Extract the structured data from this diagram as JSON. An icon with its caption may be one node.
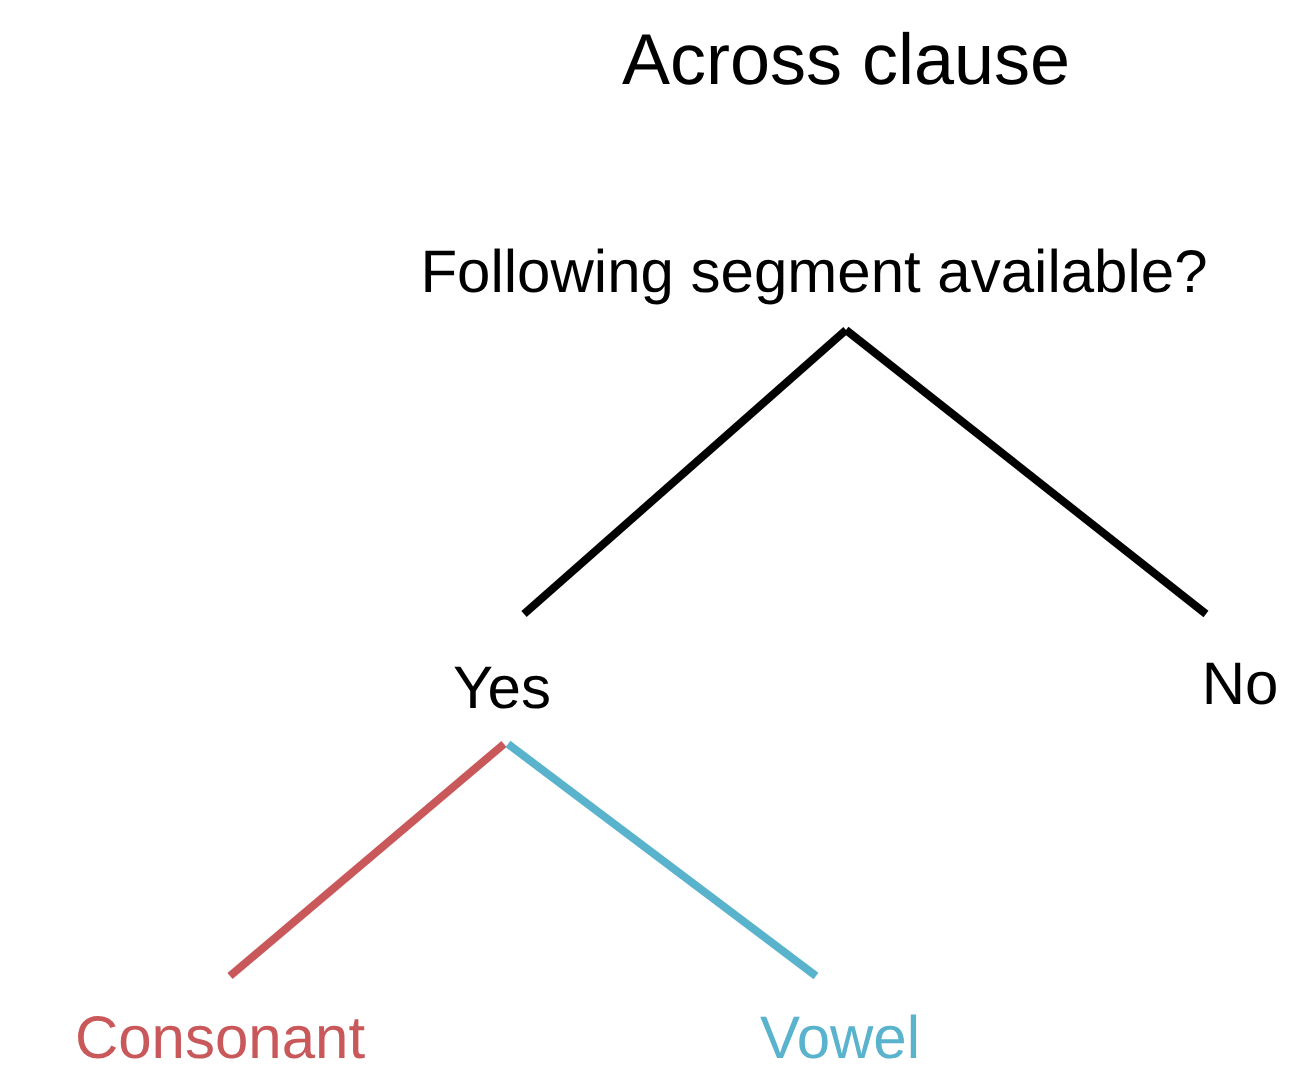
{
  "diagram": {
    "title": "Across clause",
    "nodes": [
      {
        "text": [
          "Following segment available?"
        ]
      },
      {
        "text": [
          "Yes"
        ]
      },
      {
        "text": [
          "No"
        ]
      },
      {
        "text": [
          "Consonant"
        ]
      },
      {
        "text": [
          "Vowel"
        ]
      }
    ],
    "edges": [
      {
        "from": 0,
        "to": 1,
        "arrow": "none"
      },
      {
        "from": 0,
        "to": 2,
        "arrow": "none"
      },
      {
        "from": 1,
        "to": 3,
        "arrow": "none",
        "color": "#c8585a"
      },
      {
        "from": 1,
        "to": 4,
        "arrow": "none",
        "color": "#5ab3cc"
      }
    ]
  }
}
